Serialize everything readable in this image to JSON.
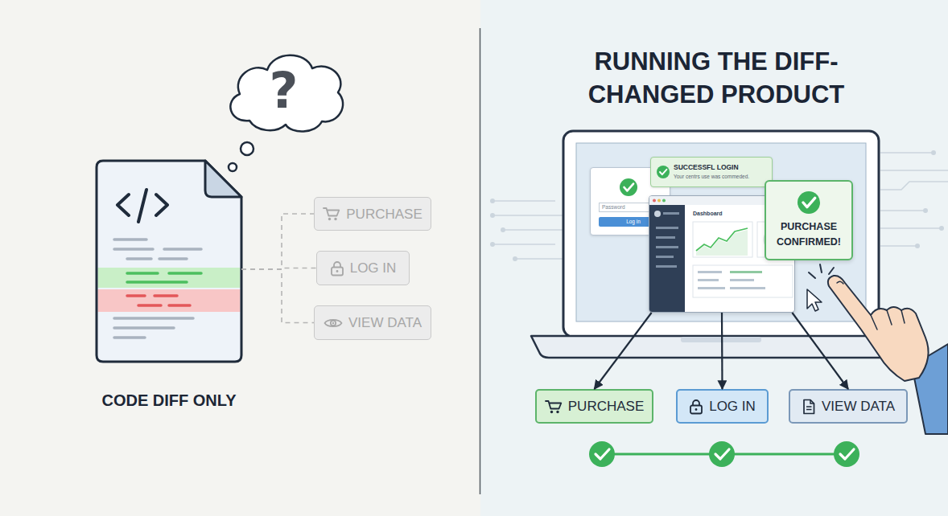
{
  "diagram": {
    "title": "RUNNING THE DIFF-CHANGED PRODUCT",
    "nodes": [
      {
        "text": [
          "CODE DIFF ONLY"
        ]
      },
      {
        "text": [
          "?"
        ]
      },
      {
        "text": [
          "PURCHASE"
        ]
      },
      {
        "text": [
          "LOG IN"
        ]
      },
      {
        "text": [
          "VIEW DATA"
        ]
      },
      {
        "text": [
          "Password",
          "Log in"
        ]
      },
      {
        "text": [
          "SUCCESSFL LOGIN",
          "Your centrs use was commeded."
        ]
      },
      {
        "text": [
          "Dashboard"
        ]
      },
      {
        "text": [
          "PURCHASE CONFIRMED!"
        ]
      },
      {
        "text": [
          "PURCHASE"
        ]
      },
      {
        "text": [
          "LOG IN"
        ]
      },
      {
        "text": [
          "VIEW DATA"
        ]
      }
    ],
    "edges": [
      {
        "from": 0,
        "to": 2,
        "arrow": "none"
      },
      {
        "from": 0,
        "to": 3,
        "arrow": "none"
      },
      {
        "from": 0,
        "to": 4,
        "arrow": "none"
      },
      {
        "from": 7,
        "to": 9,
        "arrow": "to"
      },
      {
        "from": 7,
        "to": 10,
        "arrow": "to"
      },
      {
        "from": 7,
        "to": 11,
        "arrow": "to"
      }
    ]
  }
}
